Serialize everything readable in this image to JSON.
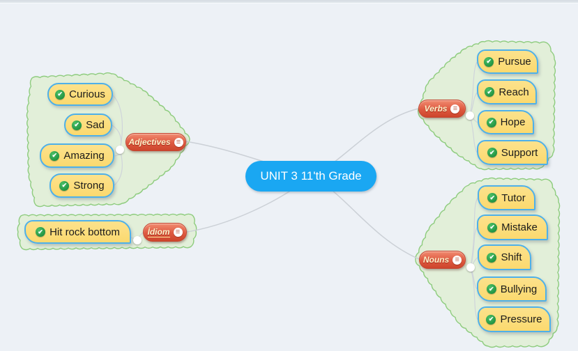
{
  "canvas": {
    "background": "#EDF1F6"
  },
  "central_topic": {
    "label": "UNIT 3 11'th Grade",
    "color": "#1AA7F2"
  },
  "icons": {
    "check_icon": "✔",
    "menu_icon": "≡"
  },
  "branches": [
    {
      "id": "adjectives",
      "label": "Adjectives",
      "children": [
        "Curious",
        "Sad",
        "Amazing",
        "Strong"
      ]
    },
    {
      "id": "idiom",
      "label": "İdiom",
      "children": [
        "Hit rock bottom"
      ]
    },
    {
      "id": "verbs",
      "label": "Verbs",
      "children": [
        "Pursue",
        "Reach",
        "Hope",
        "Support"
      ]
    },
    {
      "id": "nouns",
      "label": "Nouns",
      "children": [
        "Tutor",
        "Mistake",
        "Shift",
        "Bullying",
        "Pressure"
      ]
    }
  ],
  "colors": {
    "topic_fill": "#FBDE7D",
    "topic_border": "#4EB0E9",
    "branch_fill": "#DE5940",
    "branch_text": "#FDF2CB",
    "cloud_fill": "#E2EFD9",
    "cloud_stroke": "#8ECC7E",
    "connector_line": "#CBD0D6",
    "check_green": "#2E9E4C"
  }
}
